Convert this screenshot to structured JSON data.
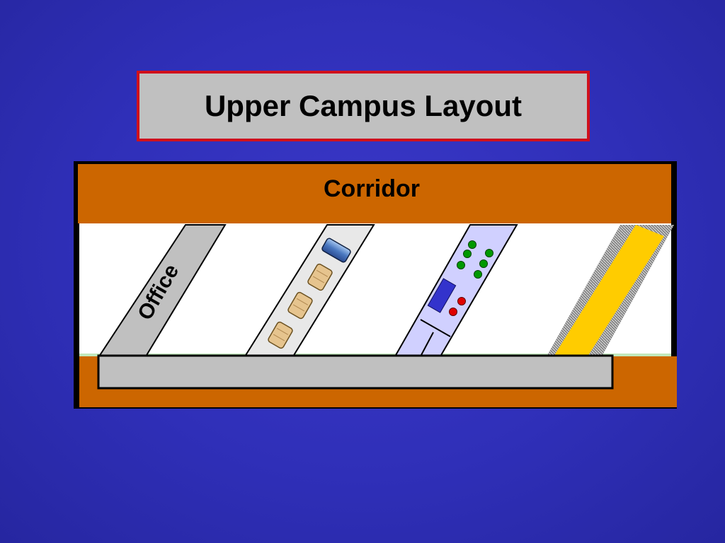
{
  "title": {
    "text": "Upper Campus Layout"
  },
  "layout": {
    "corridor_label": "Corridor",
    "office_label": "Office"
  },
  "colors": {
    "background": "#2f2fb8",
    "title_border": "#d0101c",
    "title_fill": "#c0c0c0",
    "corridor": "#cc6600",
    "room_fill": "#ffffff",
    "office_fill": "#c0c0c0",
    "lab_fill": "#d0d0ff",
    "stage_fill": "#ffcc00",
    "indicator_green": "#009900",
    "indicator_red": "#e00000",
    "screen_blue": "#3333cc"
  }
}
